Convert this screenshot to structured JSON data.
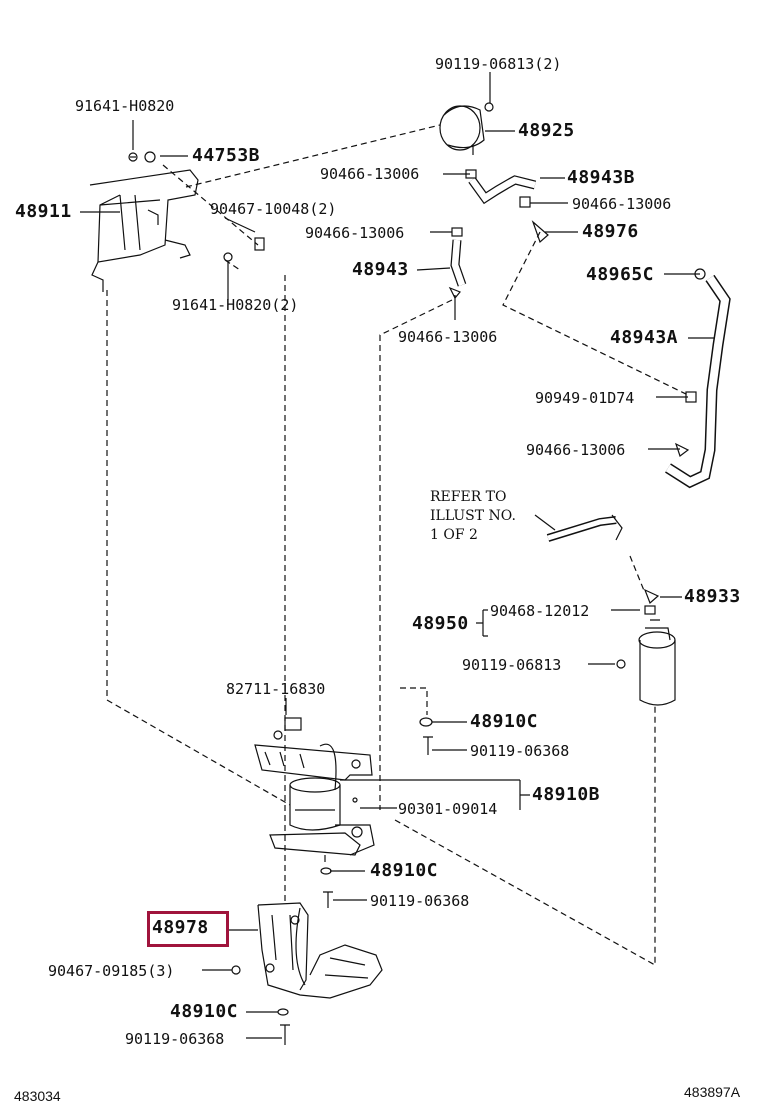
{
  "diagram": {
    "labels": {
      "p90119_06813_2": "90119-06813(2)",
      "p91641_H0820": "91641-H0820",
      "p48925": "48925",
      "p44753B": "44753B",
      "p90466_13006_a": "90466-13006",
      "p48943B": "48943B",
      "p48911": "48911",
      "p90467_10048_2": "90467-10048(2)",
      "p90466_13006_b": "90466-13006",
      "p90466_13006_c": "90466-13006",
      "p48976": "48976",
      "p48943": "48943",
      "p48965C": "48965C",
      "p91641_H0820_2": "91641-H0820(2)",
      "p90466_13006_d": "90466-13006",
      "p48943A": "48943A",
      "p90949_01D74": "90949-01D74",
      "p90466_13006_e": "90466-13006",
      "p48933": "48933",
      "p90468_12012": "90468-12012",
      "p48950": "48950",
      "p90119_06813": "90119-06813",
      "p82711_16830": "82711-16830",
      "p48910C_a": "48910C",
      "p90119_06368_a": "90119-06368",
      "p90301_09014": "90301-09014",
      "p48910B": "48910B",
      "p48910C_b": "48910C",
      "p90119_06368_b": "90119-06368",
      "p48978": "48978",
      "p90467_09185_3": "90467-09185(3)",
      "p48910C_c": "48910C",
      "p90119_06368_c": "90119-06368"
    },
    "note": "REFER TO\nILLUST NO.\n1 OF 2",
    "highlighted_part": "48978",
    "highlight_color": "#a0143c",
    "footer_left": "483034",
    "footer_right": "483897A"
  }
}
